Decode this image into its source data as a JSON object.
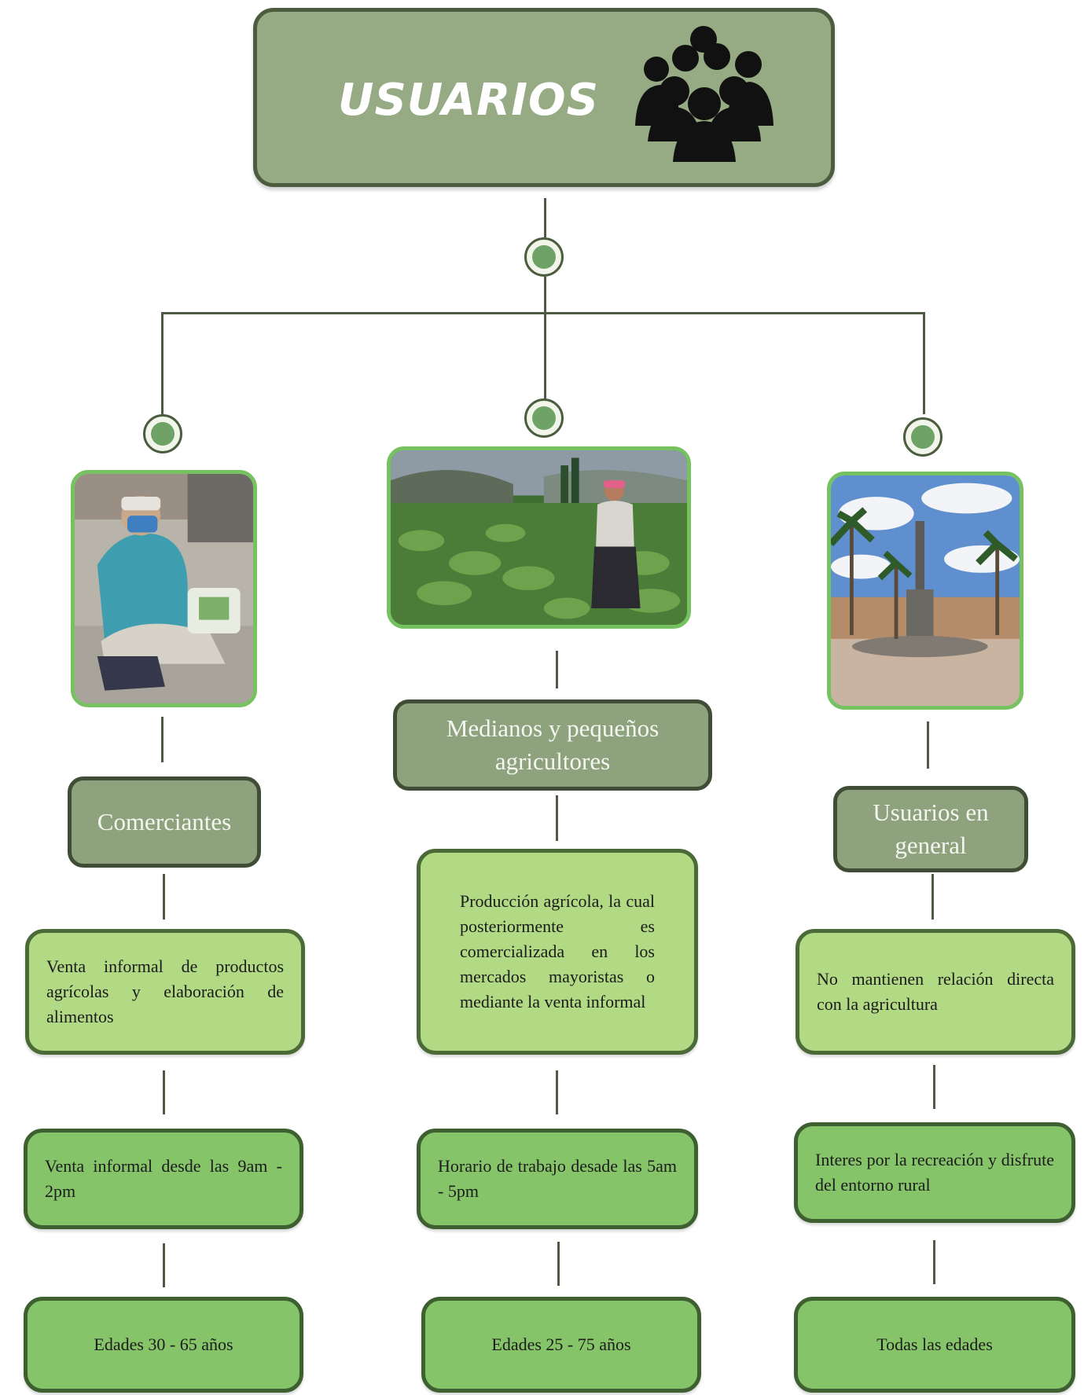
{
  "title": "USUARIOS",
  "colors": {
    "title_box": "#96ab84",
    "category_box": "#8ea27d",
    "description_box": "#b2d983",
    "info_box": "#86c46a",
    "node": "#6fa266",
    "photo_border": "#76c160",
    "lines": "#4e5a44"
  },
  "icons": {
    "title": "people-group-icon"
  },
  "branches": [
    {
      "photo": "photo-merchant",
      "category": "Comerciantes",
      "description": "Venta informal de productos agrícolas y elaboración de alimentos",
      "schedule": "Venta informal desde las 9am - 2pm",
      "ages": "Edades 30 - 65 años"
    },
    {
      "photo": "photo-farmer",
      "category": "Medianos y pequeños agricultores",
      "description": "Producción agrícola, la cual posteriormente es comercializada en los mercados mayoristas o mediante la venta informal",
      "schedule": "Horario de trabajo desade las 5am - 5pm",
      "ages": "Edades 25 - 75 años"
    },
    {
      "photo": "photo-plaza",
      "category": "Usuarios en general",
      "description": "No mantienen relación directa con la agricultura",
      "schedule": "Interes por la recreación y disfrute del entorno rural",
      "ages": "Todas las edades"
    }
  ]
}
